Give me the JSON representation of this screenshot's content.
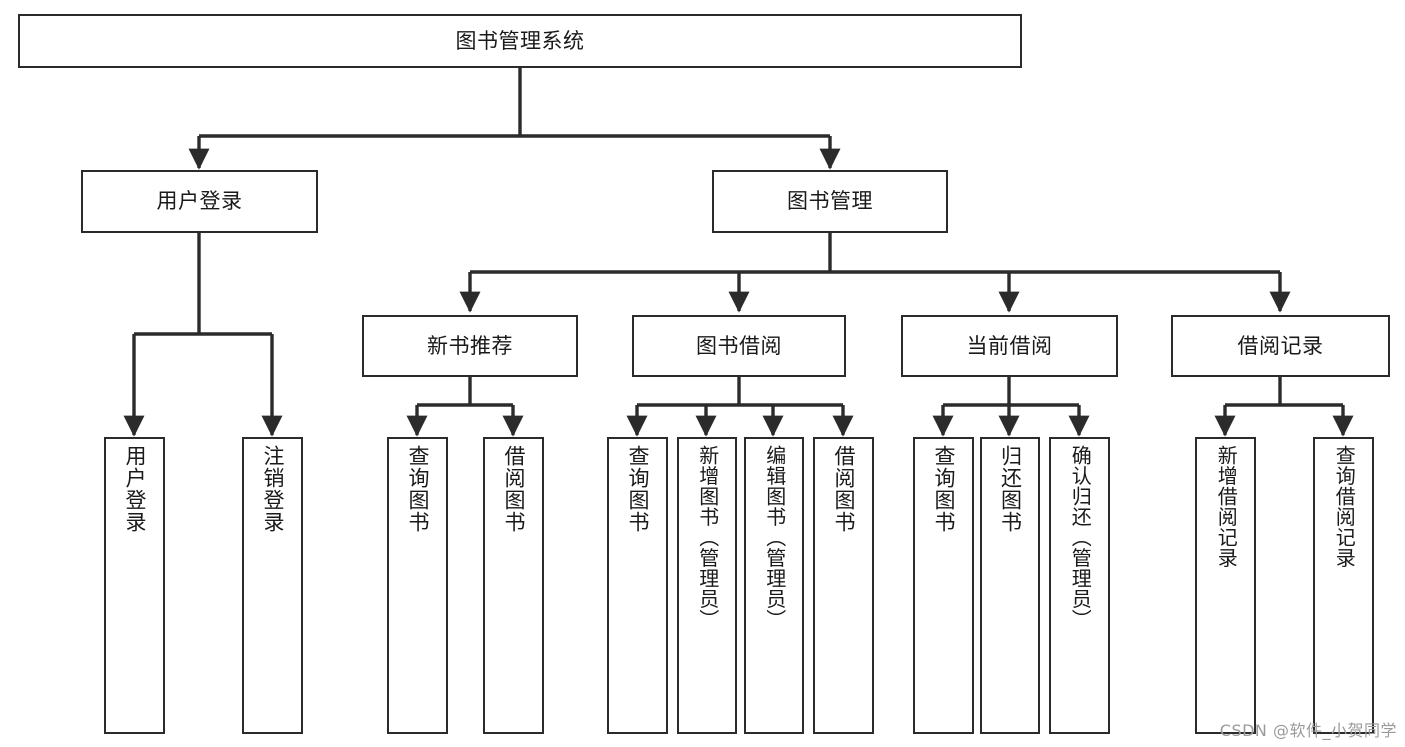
{
  "diagram": {
    "type": "tree-hierarchy",
    "title": "图书管理系统",
    "orientation": "top-down",
    "colors": {
      "stroke": "#2b2b2b",
      "fill": "#ffffff",
      "text": "#1a1a1a",
      "watermark": "#9a9a9a"
    },
    "root": {
      "id": "root",
      "label": "图书管理系统"
    },
    "level2": [
      {
        "id": "user-login",
        "label": "用户登录"
      },
      {
        "id": "book-manage",
        "label": "图书管理"
      }
    ],
    "level3": [
      {
        "id": "new-book-recommend",
        "label": "新书推荐",
        "parent": "book-manage"
      },
      {
        "id": "book-borrow",
        "label": "图书借阅",
        "parent": "book-manage"
      },
      {
        "id": "current-borrow",
        "label": "当前借阅",
        "parent": "book-manage"
      },
      {
        "id": "borrow-record",
        "label": "借阅记录",
        "parent": "book-manage"
      }
    ],
    "leaves": [
      {
        "id": "leaf-user-login",
        "label": "用户登录",
        "parent": "user-login"
      },
      {
        "id": "leaf-logout-login",
        "label": "注销登录",
        "parent": "user-login"
      },
      {
        "id": "leaf-query-book-1",
        "label": "查询图书",
        "parent": "new-book-recommend"
      },
      {
        "id": "leaf-borrow-book-1",
        "label": "借阅图书",
        "parent": "new-book-recommend"
      },
      {
        "id": "leaf-query-book-2",
        "label": "查询图书",
        "parent": "book-borrow"
      },
      {
        "id": "leaf-add-book",
        "label": "新增图书（管理员）",
        "parent": "book-borrow"
      },
      {
        "id": "leaf-edit-book",
        "label": "编辑图书（管理员）",
        "parent": "book-borrow"
      },
      {
        "id": "leaf-borrow-book-2",
        "label": "借阅图书",
        "parent": "book-borrow"
      },
      {
        "id": "leaf-query-book-3",
        "label": "查询图书",
        "parent": "current-borrow"
      },
      {
        "id": "leaf-return-book",
        "label": "归还图书",
        "parent": "current-borrow"
      },
      {
        "id": "leaf-confirm-return",
        "label": "确认归还（管理员）",
        "parent": "current-borrow"
      },
      {
        "id": "leaf-add-record",
        "label": "新增借阅记录",
        "parent": "borrow-record"
      },
      {
        "id": "leaf-query-record",
        "label": "查询借阅记录",
        "parent": "borrow-record"
      }
    ]
  },
  "watermark": {
    "text": "CSDN @软件_小贺同学"
  }
}
